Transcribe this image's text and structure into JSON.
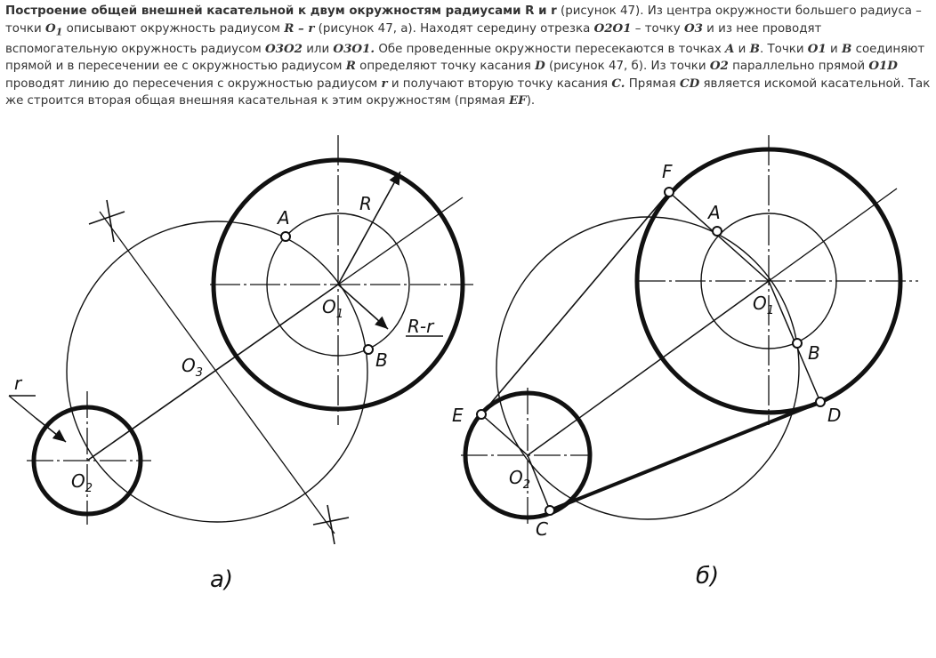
{
  "article": {
    "heading": "Построение общей внешней касательной к двум окружностям радиусами R и r",
    "p1": " (рисунок 47). Из центра окружности большего радиуса – точки ",
    "O1": "O",
    "O1sub": "1",
    "p2": " описывают окружность радиусом ",
    "Rr": "R – r",
    "p3": " (рисунок 47, а). Находят середину отрезка ",
    "O2O1": "O2O1",
    "p4": " – точку ",
    "O3": "O3",
    "p5": " и из нее проводят вспомогательную окружность радиусом ",
    "O3O2": "O3O2",
    "p6": " или ",
    "O3O1": "O3O1.",
    "p7": " Обе проведенные окружности пересекаются в точках ",
    "A": "A",
    "p8": " и ",
    "B": "B",
    "p9": ". Точки ",
    "O1b": "O1",
    "p10": " и ",
    "Bb": "B",
    "p11": " соединяют прямой и в пересечении ее с окружностью радиусом ",
    "R": "R",
    "p12": " определяют точку касания ",
    "D": "D",
    "p13": " (рисунок 47, б). Из точки ",
    "O2": "O2",
    "p14": " параллельно прямой ",
    "O1D": "O1D",
    "p15": " проводят линию до пересечения с окружностью радиусом ",
    "r": "r",
    "p16": " и получают вторую точку касания ",
    "C": "C.",
    "p17": " Прямая ",
    "CD": "CD",
    "p18": " является искомой касательной. Так же строится вторая общая внешняя касательная к этим окружностям (прямая ",
    "EF": "EF",
    "p19": ")."
  },
  "figure": {
    "left": {
      "caption": "а)",
      "labels": {
        "A": "A",
        "B": "B",
        "R": "R",
        "Rminus": "R-r",
        "O1": "O",
        "O1sub": "1",
        "O2": "O",
        "O2sub": "2",
        "O3": "O",
        "O3sub": "3",
        "r": "r"
      }
    },
    "right": {
      "caption": "б)",
      "labels": {
        "F": "F",
        "A": "A",
        "O1": "O",
        "O1sub": "1",
        "B": "B",
        "D": "D",
        "E": "E",
        "O2": "O",
        "O2sub": "2",
        "C": "C"
      }
    }
  }
}
